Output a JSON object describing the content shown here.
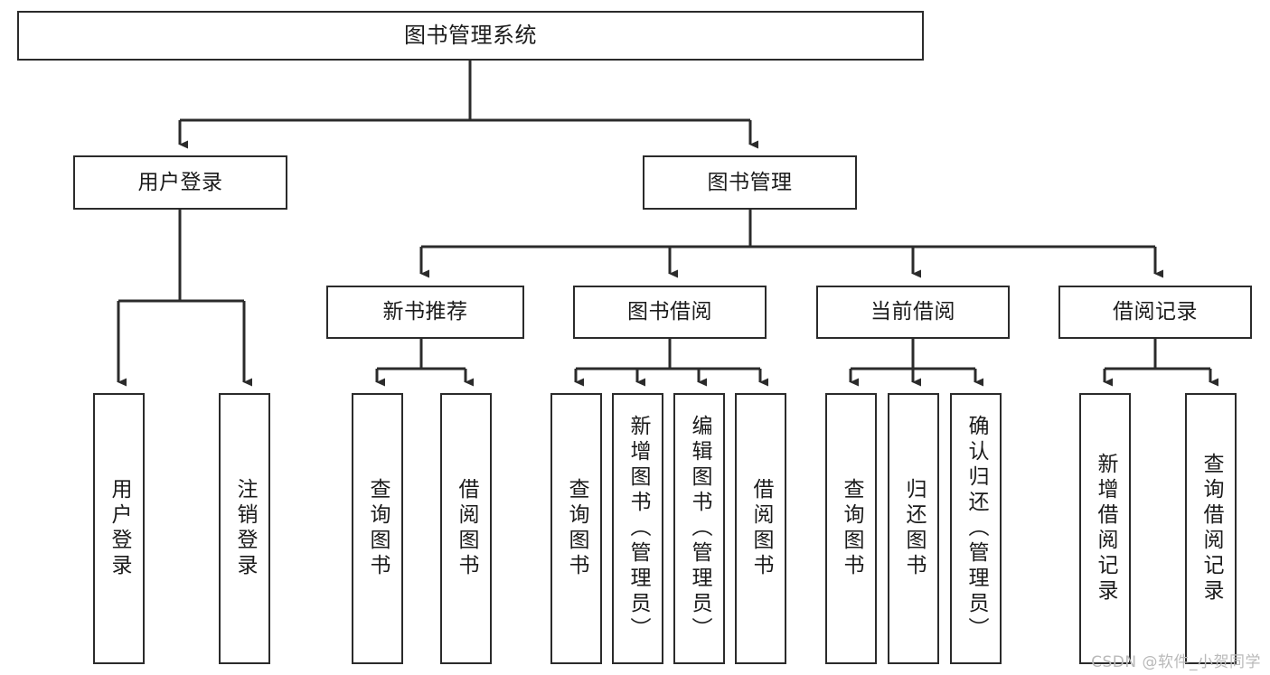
{
  "diagram": {
    "title": "图书管理系统",
    "watermark": "CSDN @软件_小贺同学",
    "colors": {
      "stroke": "#2b2b2b",
      "fill": "#ffffff",
      "text": "#1b1b1b",
      "watermark": "#b9b9b9"
    },
    "nodes": {
      "root": {
        "label": "图书管理系统"
      },
      "level1": [
        {
          "label": "用户登录"
        },
        {
          "label": "图书管理"
        }
      ],
      "level2": [
        {
          "label": "新书推荐"
        },
        {
          "label": "图书借阅"
        },
        {
          "label": "当前借阅"
        },
        {
          "label": "借阅记录"
        }
      ],
      "leaves": {
        "user_login": [
          {
            "label": "用户登录"
          },
          {
            "label": "注销登录"
          }
        ],
        "new_book": [
          {
            "label": "查询图书"
          },
          {
            "label": "借阅图书"
          }
        ],
        "borrow_book": [
          {
            "label": "查询图书"
          },
          {
            "label": "新增图书（管理员）"
          },
          {
            "label": "编辑图书（管理员）"
          },
          {
            "label": "借阅图书"
          }
        ],
        "current_borrow": [
          {
            "label": "查询图书"
          },
          {
            "label": "归还图书"
          },
          {
            "label": "确认归还（管理员）"
          }
        ],
        "borrow_record": [
          {
            "label": "新增借阅记录"
          },
          {
            "label": "查询借阅记录"
          }
        ]
      }
    }
  }
}
